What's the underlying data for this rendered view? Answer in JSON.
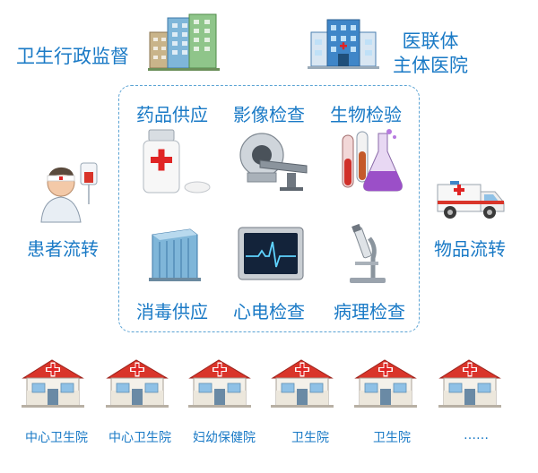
{
  "top": {
    "health_admin": "卫生行政监督",
    "lead_hospital_line1": "医联体",
    "lead_hospital_line2": "主体医院"
  },
  "sides": {
    "patient_transfer": "患者流转",
    "goods_transfer": "物品流转"
  },
  "services": [
    {
      "label": "药品供应",
      "icon": "medicine-bottle-icon"
    },
    {
      "label": "影像检查",
      "icon": "ct-scanner-icon"
    },
    {
      "label": "生物检验",
      "icon": "lab-flask-icon"
    },
    {
      "label": "消毒供应",
      "icon": "sterilization-building-icon"
    },
    {
      "label": "心电检查",
      "icon": "ecg-monitor-icon"
    },
    {
      "label": "病理检查",
      "icon": "microscope-icon"
    }
  ],
  "clinics": [
    {
      "label": "中心卫生院"
    },
    {
      "label": "中心卫生院"
    },
    {
      "label": "妇幼保健院"
    },
    {
      "label": "卫生院"
    },
    {
      "label": "卫生院"
    },
    {
      "label": "……"
    }
  ],
  "colors": {
    "text": "#1a7ac6",
    "box_border": "#5ba3d4",
    "clinic_roof": "#d9352a",
    "cross": "#e02424"
  }
}
